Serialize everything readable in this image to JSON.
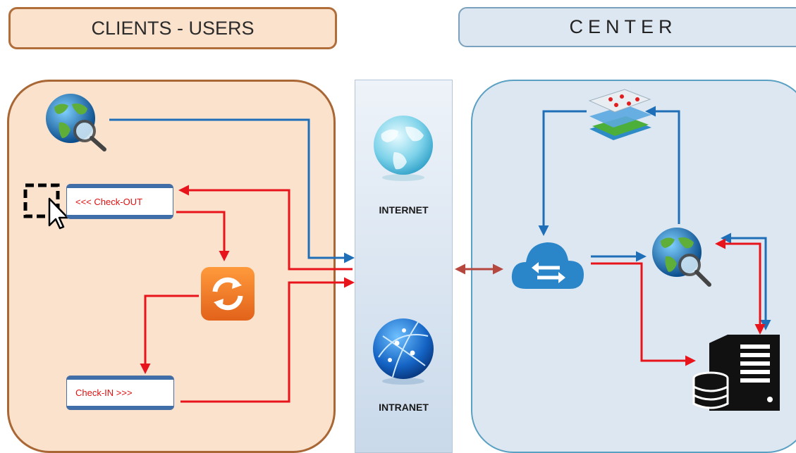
{
  "headers": {
    "clients": "CLIENTS - USERS",
    "center": "CENTER"
  },
  "network": {
    "internet_label": "INTERNET",
    "intranet_label": "INTRANET"
  },
  "buttons": {
    "checkout_label": "<<<  Check-OUT",
    "checkin_label": "Check-IN  >>>"
  },
  "icons": [
    "globe-search-icon",
    "selection-cursor-icon",
    "sync-icon",
    "internet-globe-icon",
    "intranet-globe-icon",
    "cloud-exchange-icon",
    "map-layers-icon",
    "globe-search-center-icon",
    "server-database-icon"
  ],
  "colors": {
    "clients_panel": "#fbe2cd",
    "center_panel": "#dde7f1",
    "red_flow": "#e8141c",
    "blue_flow": "#1f6fb8",
    "sync_orange": "#f07b22",
    "link_brown": "#b5473f"
  }
}
